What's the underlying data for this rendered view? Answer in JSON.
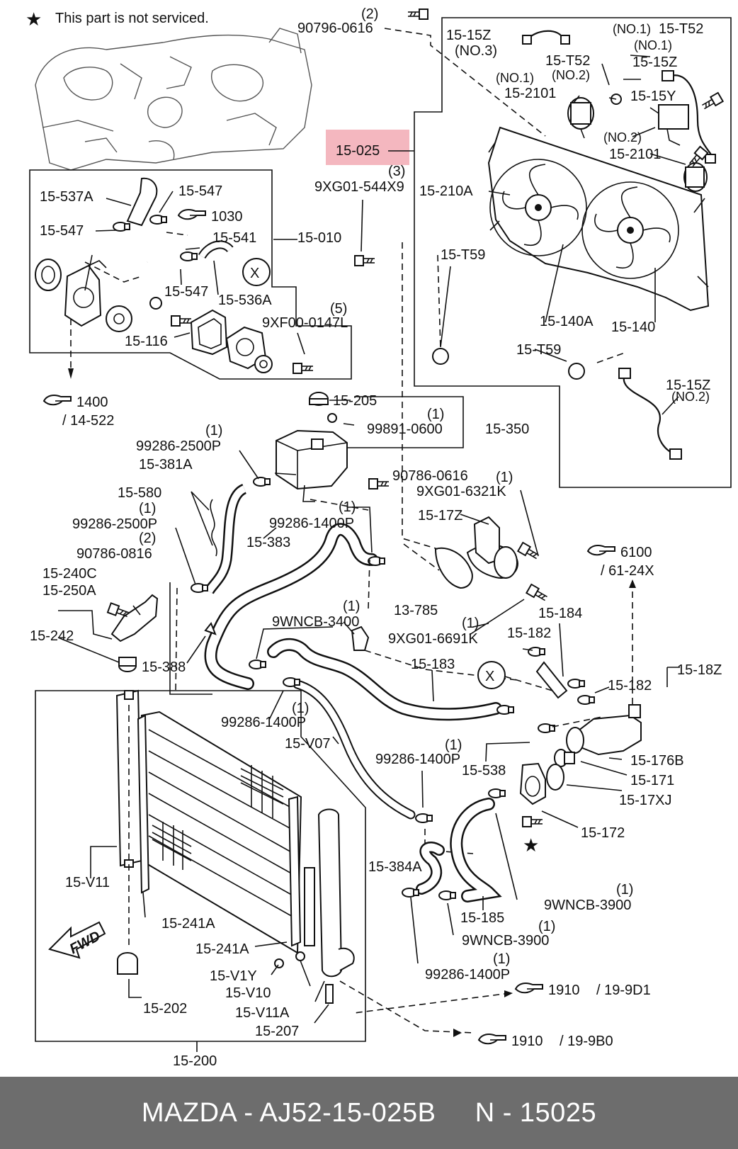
{
  "note": "This part is not serviced.",
  "highlight": {
    "color": "#f4b7bf",
    "part": "15-025"
  },
  "labels": {
    "p90796_0616": "90796-0616",
    "q2a": "(2)",
    "p15_025": "15-025",
    "q3": "(3)",
    "p9xg01_544x9": "9XG01-544X9",
    "p15_15z_top": "15-15Z",
    "no3": "(NO.3)",
    "no1_a": "(NO.1)",
    "p15_t52_a": "15-T52",
    "no1_b": "(NO.1)",
    "p15_15z_b": "15-15Z",
    "p15_t52_b": "15-T52",
    "no2_a": "(NO.2)",
    "no1_c": "(NO.1)",
    "p15_2101_a": "15-2101",
    "p15_15y": "15-15Y",
    "no2_b": "(NO.2)",
    "p15_2101_b": "15-2101",
    "p15_210a": "15-210A",
    "p15_t59_a": "15-T59",
    "p15_140a": "15-140A",
    "p15_140": "15-140",
    "p15_t59_b": "15-T59",
    "p15_15z_c": "15-15Z",
    "no2_c": "(NO.2)",
    "p15_537a": "15-537A",
    "p15_547_a": "15-547",
    "p1030": "1030",
    "p15_547_b": "15-547",
    "p15_541": "15-541",
    "p15_010": "15-010",
    "circle_x_a": "X",
    "p15_547_c": "15-547",
    "p15_536a": "15-536A",
    "q5": "(5)",
    "p9xf00_0147l": "9XF00-0147L",
    "p15_116": "15-116",
    "p1400": "1400",
    "p14_522": "/ 14-522",
    "p15_205": "15-205",
    "q1_a": "(1)",
    "p99891_0600": "99891-0600",
    "p15_350": "15-350",
    "q1_b": "(1)",
    "p99286_2500p_a": "99286-2500P",
    "p15_381a": "15-381A",
    "p90786_0616": "90786-0616",
    "q1_c": "(1)",
    "p9xg01_6321k": "9XG01-6321K",
    "p15_580": "15-580",
    "q1_d": "(1)",
    "p99286_2500p_b": "99286-2500P",
    "q2b": "(2)",
    "p90786_0816": "90786-0816",
    "q1_e": "(1)",
    "p99286_1400p_a": "99286-1400P",
    "p15_383": "15-383",
    "p15_17z": "15-17Z",
    "p6100": "6100",
    "p61_24x": "/ 61-24X",
    "p15_240c": "15-240C",
    "p15_250a": "15-250A",
    "q1_f": "(1)",
    "p13_785": "13-785",
    "p9wncb_3400": "9WNCB-3400",
    "p15_184": "15-184",
    "q1_g": "(1)",
    "p9xg01_6691k": "9XG01-6691K",
    "p15_242": "15-242",
    "p15_182_a": "15-182",
    "p15_388": "15-388",
    "p15_183": "15-183",
    "circle_x_b": "X",
    "p15_18z": "15-18Z",
    "p15_182_b": "15-182",
    "p99286_1400p_b": "99286-1400P",
    "q1_h": "(1)",
    "p15_v07": "15-V07",
    "q1_i": "(1)",
    "p99286_1400p_c": "99286-1400P",
    "p15_538": "15-538",
    "p15_176b": "15-176B",
    "p15_171": "15-171",
    "p15_17xj": "15-17XJ",
    "p15_172": "15-172",
    "p15_v11": "15-V11",
    "p15_384a": "15-384A",
    "q1_j": "(1)",
    "p9wncb_3900_a": "9WNCB-3900",
    "p15_185": "15-185",
    "q1_k": "(1)",
    "p9wncb_3900_b": "9WNCB-3900",
    "p15_241a_a": "15-241A",
    "fwd": "FWD",
    "p15_241a_b": "15-241A",
    "q1_l": "(1)",
    "p99286_1400p_d": "99286-1400P",
    "p15_v1y": "15-V1Y",
    "p15_v10": "15-V10",
    "p1910_a": "1910",
    "p19_9d1": "/ 19-9D1",
    "p15_202": "15-202",
    "p15_v11a": "15-V11A",
    "p15_207": "15-207",
    "p1910_b": "1910",
    "p19_9b0": "/ 19-9B0",
    "p15_200": "15-200"
  },
  "footer": {
    "text": "MAZDA - AJ52-15-025B     N - 15025"
  }
}
